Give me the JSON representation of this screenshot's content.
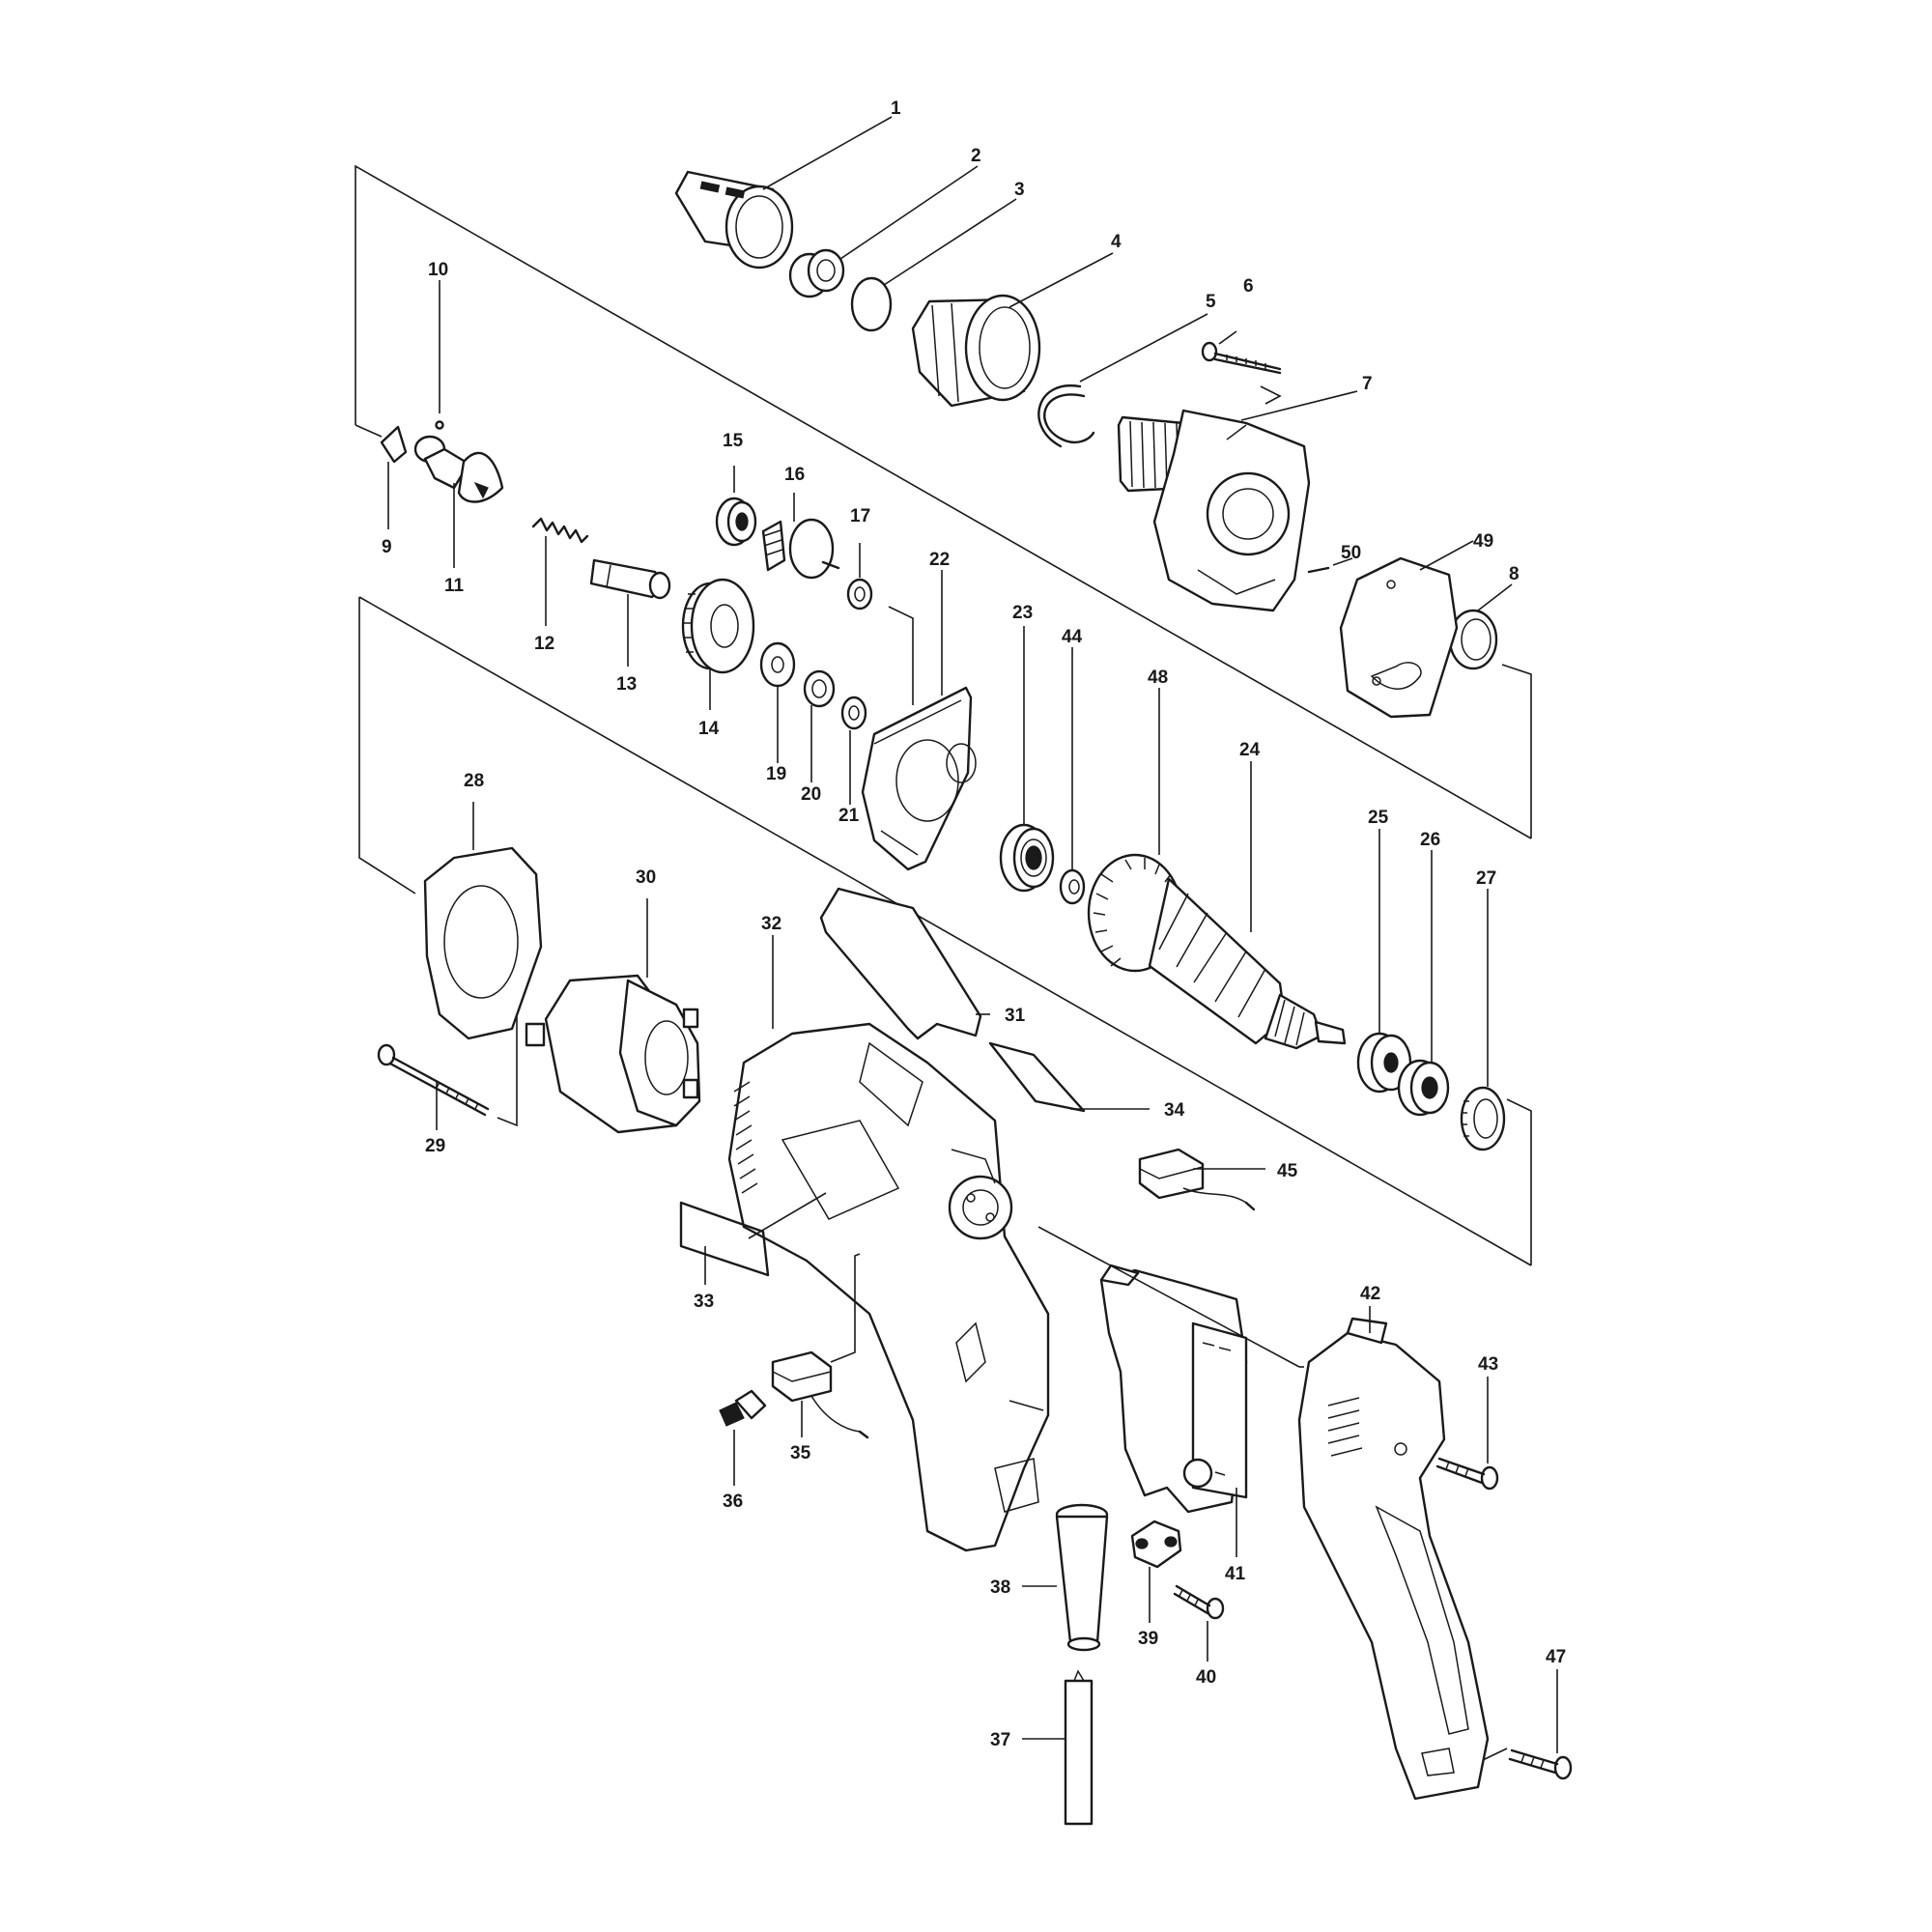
{
  "callouts": [
    "1",
    "2",
    "3",
    "4",
    "5",
    "6",
    "7",
    "8",
    "9",
    "10",
    "11",
    "12",
    "13",
    "14",
    "15",
    "16",
    "17",
    "19",
    "20",
    "21",
    "22",
    "23",
    "24",
    "25",
    "26",
    "27",
    "28",
    "29",
    "30",
    "31",
    "32",
    "33",
    "34",
    "35",
    "36",
    "37",
    "38",
    "39",
    "40",
    "41",
    "42",
    "43",
    "44",
    "45",
    "47",
    "48",
    "49",
    "50"
  ]
}
